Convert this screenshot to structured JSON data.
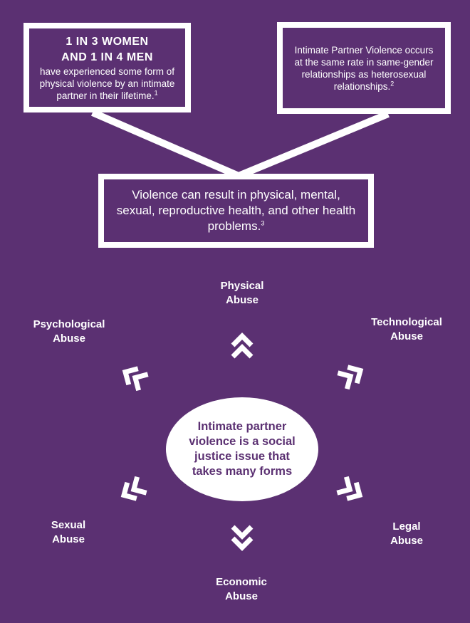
{
  "top_left_box": {
    "headline_1": "1 IN 3 WOMEN",
    "headline_2": "AND 1 IN 4 MEN",
    "body": "have experienced some form of physical violence by an intimate partner in their lifetime.",
    "footnote": "1"
  },
  "top_right_box": {
    "body": "Intimate Partner Violence occurs at the same rate in same-gender relationships as heterosexual relationships.",
    "footnote": "2"
  },
  "result_box": {
    "body": "Violence can result in physical, mental, sexual, reproductive health, and other health problems.",
    "footnote": "3"
  },
  "center": {
    "text": "Intimate partner violence is a social justice issue that takes many forms"
  },
  "forms": {
    "physical": [
      "Physical",
      "Abuse"
    ],
    "technological": [
      "Technological",
      "Abuse"
    ],
    "legal": [
      "Legal",
      "Abuse"
    ],
    "economic": [
      "Economic",
      "Abuse"
    ],
    "sexual": [
      "Sexual",
      "Abuse"
    ],
    "psychological": [
      "Psychological",
      "Abuse"
    ]
  },
  "colors": {
    "background": "#5b3072",
    "foreground": "#ffffff",
    "center_text": "#5b3072"
  }
}
